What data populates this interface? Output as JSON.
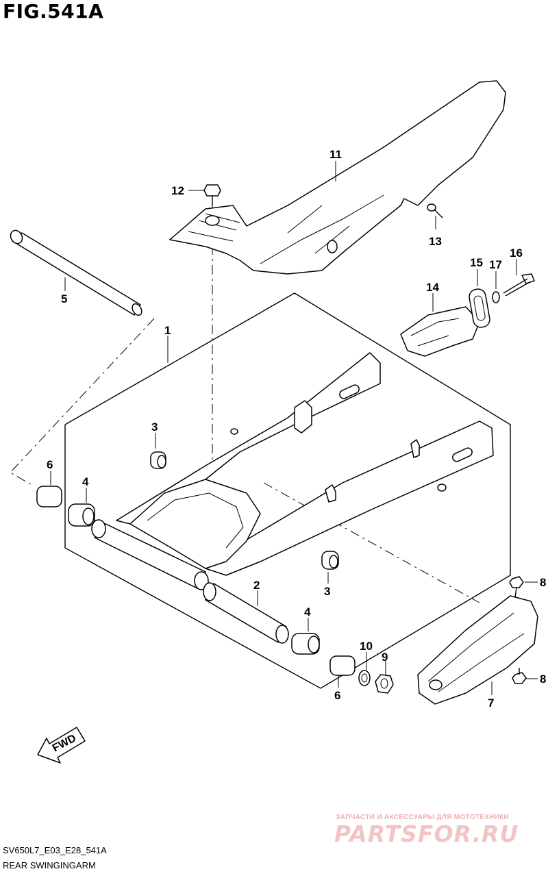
{
  "figure": {
    "title": "FIG.541A",
    "model_code": "SV650L7_E03_E28_541A",
    "caption": "REAR SWINGINGARM"
  },
  "direction_marker": {
    "label": "FWD"
  },
  "callouts": {
    "c1": "1",
    "c2": "2",
    "c3a": "3",
    "c3b": "3",
    "c4a": "4",
    "c4b": "4",
    "c5": "5",
    "c6a": "6",
    "c6b": "6",
    "c7": "7",
    "c8a": "8",
    "c8b": "8",
    "c9": "9",
    "c10": "10",
    "c11": "11",
    "c12": "12",
    "c13": "13",
    "c14": "14",
    "c15": "15",
    "c16": "16",
    "c17": "17"
  },
  "watermark": {
    "tagline": "ЗАПЧАСТИ И АКСЕССУАРЫ ДЛЯ МОТОТЕХНИКИ",
    "logo": "PARTSFOR.RU"
  }
}
